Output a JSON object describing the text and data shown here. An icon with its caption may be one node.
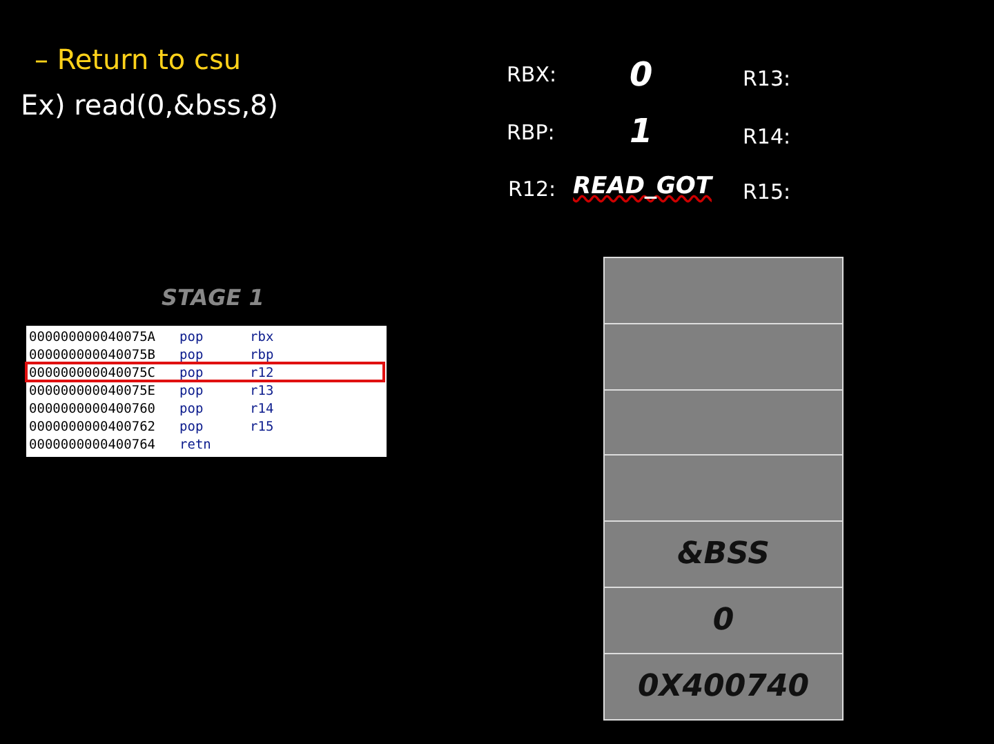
{
  "diagram": {
    "nodes": [
      {
        "text": [],
        "shape": "box"
      },
      {
        "text": [],
        "shape": "box"
      },
      {
        "text": [],
        "shape": "box"
      },
      {
        "text": [],
        "shape": "box"
      },
      {
        "text": [
          "&BSS"
        ]
      },
      {
        "text": [
          "0"
        ]
      },
      {
        "text": [
          "0X400740"
        ]
      }
    ],
    "labels": [
      "– Return to csu",
      "Ex) read(0,&bss,8)",
      "RBX:",
      "0",
      "R13:",
      "RBP:",
      "1",
      "R14:",
      "R12:",
      "READ_GOT",
      "R15:",
      "STAGE 1",
      "000000000040075A",
      "pop",
      "rbx",
      "000000000040075B",
      "pop",
      "rbp",
      "000000000040075C",
      "pop",
      "r12",
      "000000000040075E",
      "pop",
      "r13",
      "0000000000400760",
      "pop",
      "r14",
      "0000000000400762",
      "pop",
      "r15",
      "0000000000400764",
      "retn"
    ]
  }
}
